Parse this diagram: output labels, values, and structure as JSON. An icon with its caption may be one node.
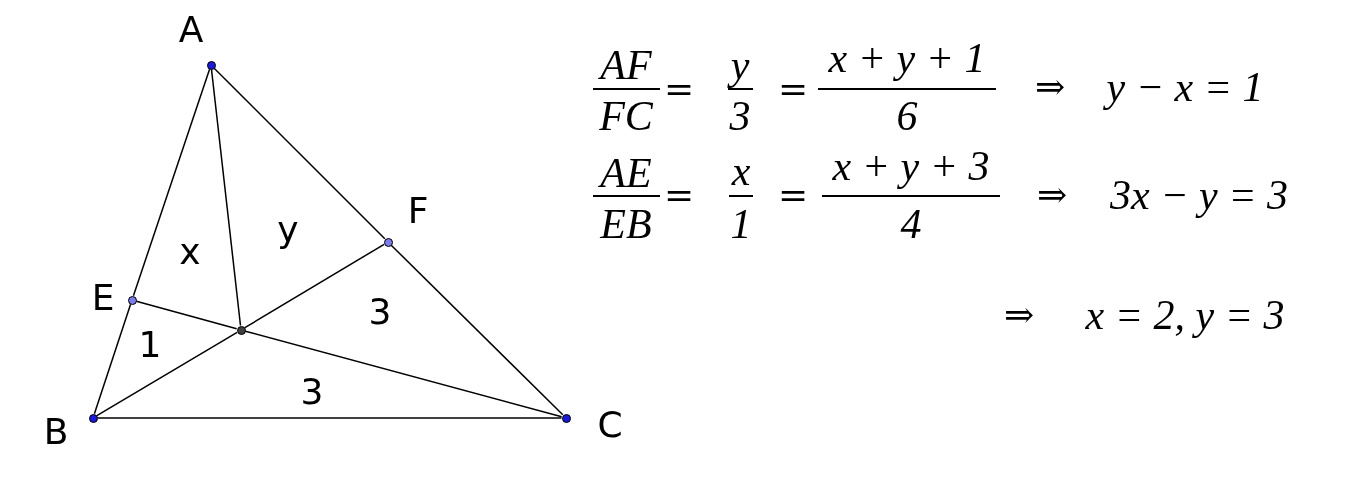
{
  "diagram": {
    "nodes": [
      {
        "text": [],
        "shape": "circle",
        "beside": [
          "A"
        ]
      },
      {
        "text": [],
        "shape": "circle",
        "beside": [
          "B"
        ]
      },
      {
        "text": [],
        "shape": "circle",
        "beside": [
          "C"
        ]
      },
      {
        "text": [],
        "shape": "circle",
        "beside": [
          "E"
        ]
      },
      {
        "text": [],
        "shape": "circle",
        "beside": [
          "F"
        ]
      },
      {
        "text": [],
        "shape": "circle"
      }
    ],
    "edges": [
      {
        "from": 0,
        "to": 3,
        "arrow": "none"
      },
      {
        "from": 3,
        "to": 1,
        "arrow": "none"
      },
      {
        "from": 0,
        "to": 4,
        "arrow": "none"
      },
      {
        "from": 4,
        "to": 2,
        "arrow": "none"
      },
      {
        "from": 1,
        "to": 2,
        "arrow": "none"
      },
      {
        "from": 0,
        "to": 5,
        "arrow": "none"
      },
      {
        "from": 1,
        "to": 5,
        "arrow": "none"
      },
      {
        "from": 5,
        "to": 4,
        "arrow": "none"
      },
      {
        "from": 3,
        "to": 5,
        "arrow": "none"
      },
      {
        "from": 5,
        "to": 2,
        "arrow": "none"
      }
    ],
    "labels": [
      "x",
      "y",
      "1",
      "3",
      "3",
      "AF",
      "FC",
      "=",
      "y",
      "3",
      "=",
      "x + y + 1",
      "6",
      "⇒",
      "y − x = 1",
      "AE",
      "EB",
      "=",
      "x",
      "1",
      "=",
      "x + y + 3",
      "4",
      "⇒",
      "3x − y = 3",
      "⇒",
      "x = 2, y = 3"
    ]
  }
}
